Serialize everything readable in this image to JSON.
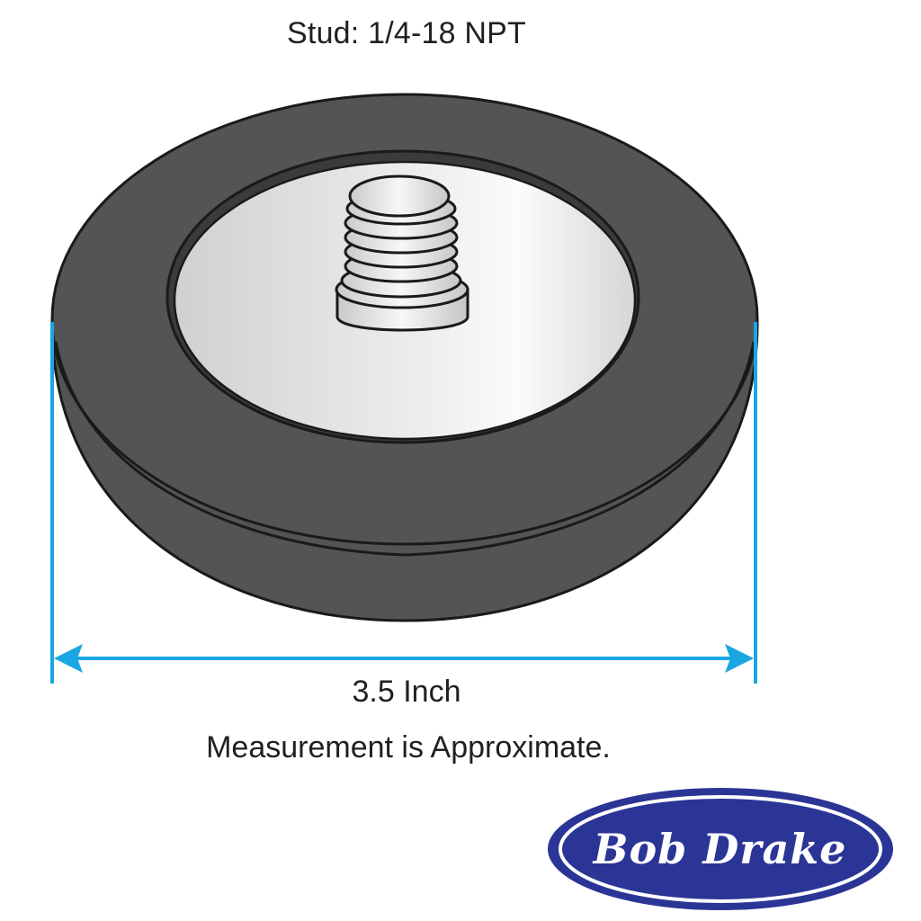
{
  "header": {
    "title": "Stud: 1/4-18 NPT"
  },
  "dimension": {
    "label": "3.5 Inch",
    "color": "#1aa6e2"
  },
  "note": {
    "text": "Measurement is Approximate."
  },
  "logo": {
    "text": "Bob Drake",
    "background_color": "#2b3596",
    "text_color": "#ffffff"
  },
  "illustration": {
    "subject": "magnetic base with threaded stud",
    "rubber_color": "#545456",
    "metal_color_light": "#f4f4f5",
    "metal_color_dark": "#cfd0d2",
    "outline_color": "#1a1a1a"
  }
}
